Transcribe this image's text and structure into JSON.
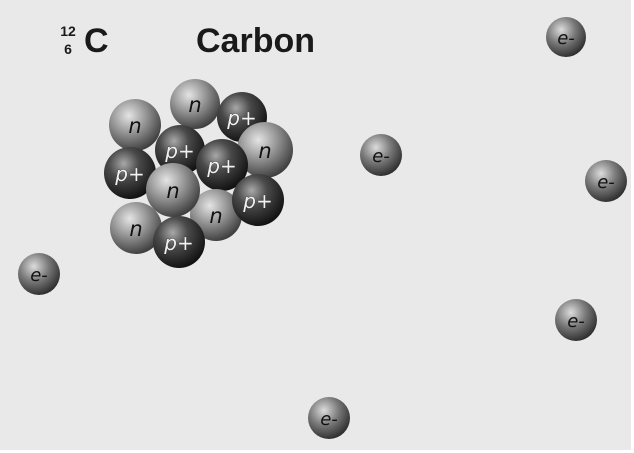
{
  "header": {
    "mass_number": "12",
    "atomic_number": "6",
    "symbol": "C",
    "name": "Carbon"
  },
  "labels": {
    "neutron": "n",
    "proton": "p+",
    "electron": "e-"
  },
  "colors": {
    "background": "#e9e9e9",
    "neutron": "#8c8c8c",
    "proton": "#3a3a3a",
    "electron": "#6f6f6f",
    "text": "#1a1a1a"
  }
}
